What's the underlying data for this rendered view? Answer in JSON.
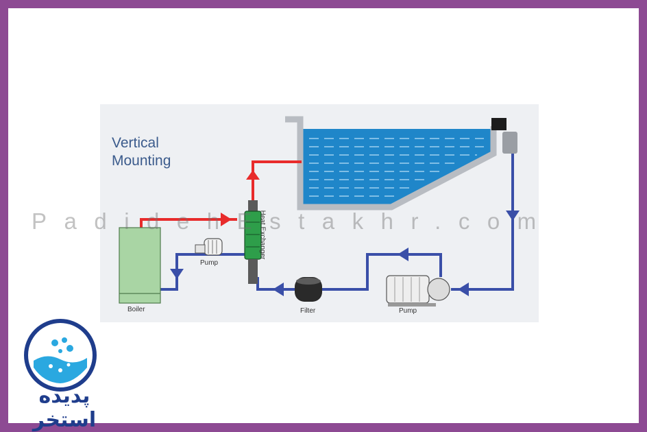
{
  "diagram": {
    "title": "Vertical\nMounting",
    "labels": {
      "boiler": "Boiler",
      "pump_small": "Pump",
      "heat_exchanger": "Heat Exchanger",
      "filter": "Filter",
      "pump_large": "Pump"
    },
    "colors": {
      "hot_pipe": "#e82b2b",
      "cold_pipe": "#3a4fa8",
      "water": "#1f86c9",
      "boiler": "#a9d5a4",
      "exchanger": "#2e9e4a"
    }
  },
  "watermark": "PadidehEstakhr.com",
  "logo": {
    "text": "پدیده استخر"
  }
}
